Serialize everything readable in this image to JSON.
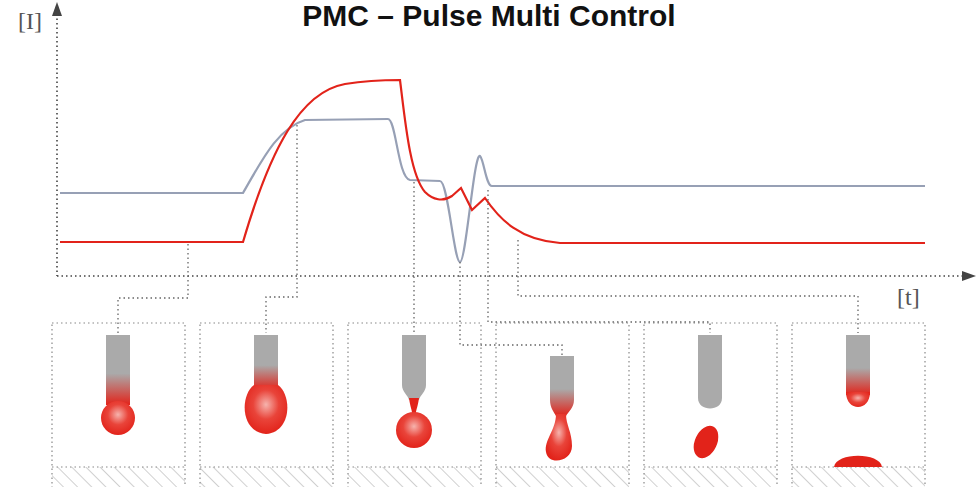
{
  "diagram": {
    "title": "PMC – Pulse Multi Control",
    "labels": [
      "[I]",
      "[t]"
    ]
  }
}
